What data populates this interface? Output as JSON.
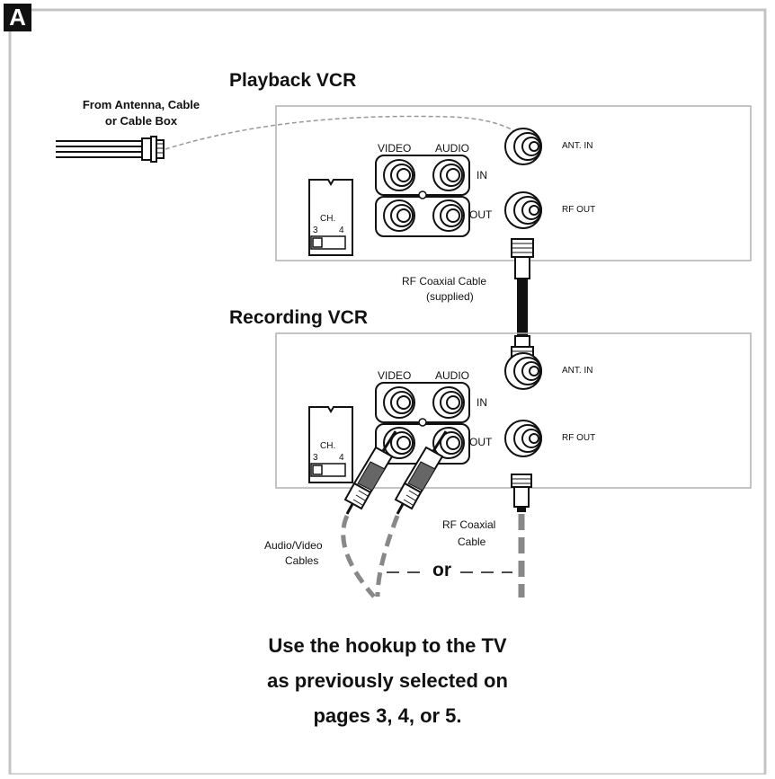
{
  "panel_letter": "A",
  "source_label": "From Antenna, Cable\nor Cable Box",
  "source_label_line1": "From Antenna, Cable",
  "source_label_line2": "or Cable Box",
  "playback_vcr": {
    "title": "Playback VCR",
    "video_label": "VIDEO",
    "audio_label": "AUDIO",
    "in_label": "IN",
    "out_label": "OUT",
    "ant_in_label": "ANT. IN",
    "rf_out_label": "RF OUT",
    "ch_label": "CH.",
    "ch_3": "3",
    "ch_4": "4"
  },
  "rf_cable_supplied": {
    "line1": "RF Coaxial Cable",
    "line2": "(supplied)"
  },
  "recording_vcr": {
    "title": "Recording VCR",
    "video_label": "VIDEO",
    "audio_label": "AUDIO",
    "in_label": "IN",
    "out_label": "OUT",
    "ant_in_label": "ANT. IN",
    "rf_out_label": "RF OUT",
    "ch_label": "CH.",
    "ch_3": "3",
    "ch_4": "4"
  },
  "av_cables": {
    "line1": "Audio/Video",
    "line2": "Cables"
  },
  "rf_cable_out": {
    "line1": "RF Coaxial",
    "line2": "Cable"
  },
  "or_label": "or",
  "footer": {
    "line1": "Use the hookup to the TV",
    "line2": "as previously selected on",
    "line3": "pages 3, 4, or 5."
  },
  "colors": {
    "frame": "#bbbbbb",
    "ink": "#111111",
    "panel_border": "#aaaaaa",
    "dashed_cable": "#888888"
  }
}
